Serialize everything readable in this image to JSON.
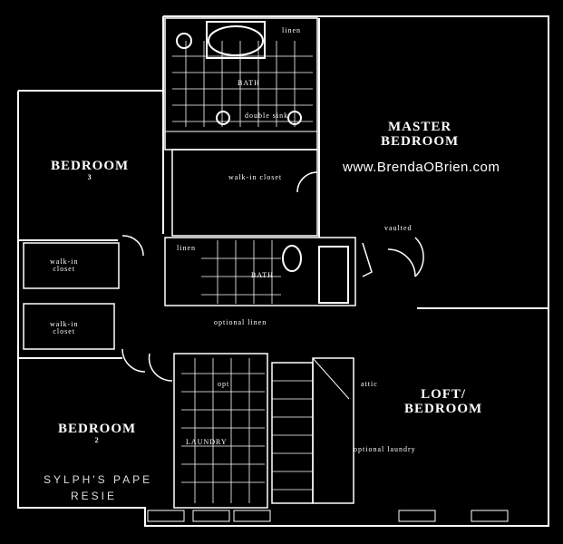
{
  "plan": {
    "rooms": [
      {
        "id": "master",
        "name": "MASTER",
        "name2": "BEDROOM"
      },
      {
        "id": "bed3",
        "name": "BEDROOM",
        "name2": "3"
      },
      {
        "id": "bed2",
        "name": "BEDROOM",
        "name2": "2"
      },
      {
        "id": "loft",
        "name": "LOFT/",
        "name2": "BEDROOM"
      }
    ],
    "small_labels": {
      "linen": "linen",
      "walkin_closet": "walk-in closet",
      "bath_upper": "BATH",
      "double_sink": "double sink",
      "walk_in_1": "walk-in",
      "closet_1": "closet",
      "walk_in_2": "walk-in",
      "closet_2": "closet",
      "optional_linen": "optional linen",
      "laundry": "LAUNDRY",
      "attic": "attic",
      "bath_lower": "BATH",
      "vaulted": "vaulted",
      "linen2": "linen",
      "optional_laundry": "optional laundry",
      "opt": "opt"
    },
    "watermark": "www.BrendaOBrien.com",
    "faint_text": "SYLPH'S PAPE",
    "faint_text2": "RESIE"
  }
}
